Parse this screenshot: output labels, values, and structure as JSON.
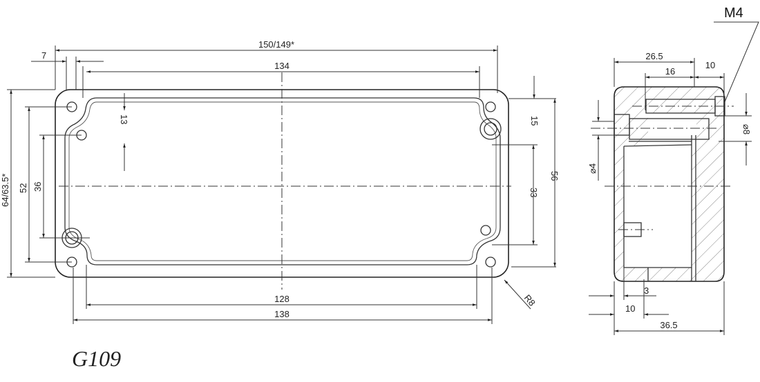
{
  "drawing": {
    "model_name": "G109",
    "colors": {
      "line": "#222222",
      "background": "#ffffff",
      "hatch": "#777777"
    },
    "front_view": {
      "dim_overall_length": "150/149*",
      "dim_inner_length": "134",
      "dim_flange_offset": "7",
      "dim_hole_offset_top": "13",
      "dim_overall_height": "64/63.5*",
      "dim_height_52": "52",
      "dim_height_36": "36",
      "dim_right_15": "15",
      "dim_right_56": "56",
      "dim_right_33": "33",
      "dim_bottom_128": "128",
      "dim_bottom_138": "138",
      "dim_radius": "R8"
    },
    "side_view": {
      "thread_callout": "M4",
      "dim_26_5": "26.5",
      "dim_16": "16",
      "dim_10_top": "10",
      "dim_thread_dia": "⌀8",
      "dim_hole_dia": "⌀4",
      "dim_3": "3",
      "dim_10_bottom": "10",
      "dim_36_5": "36.5"
    }
  }
}
